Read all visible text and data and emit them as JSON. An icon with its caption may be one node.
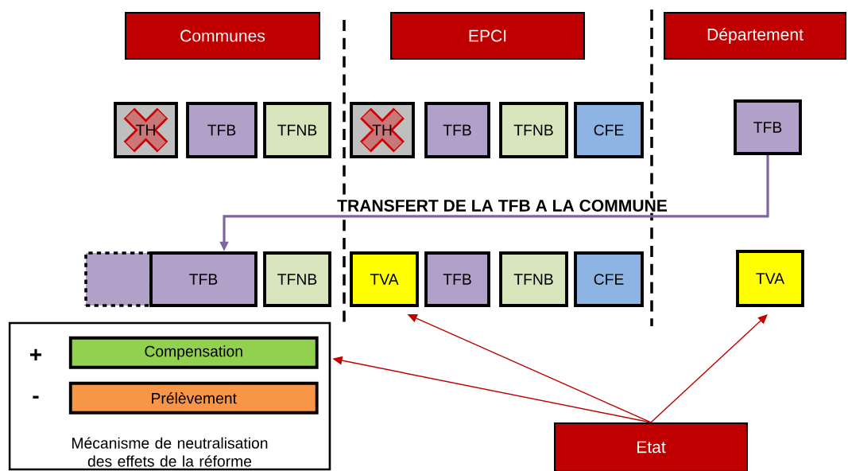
{
  "diagram": {
    "nodes": [
      {
        "text": [
          "Communes"
        ]
      },
      {
        "text": [
          "EPCI"
        ]
      },
      {
        "text": [
          "Département"
        ]
      },
      {
        "text": [
          "TH"
        ]
      },
      {
        "text": [
          "TFB"
        ]
      },
      {
        "text": [
          "TFNB"
        ]
      },
      {
        "text": [
          "TH"
        ]
      },
      {
        "text": [
          "TFB"
        ]
      },
      {
        "text": [
          "TFNB"
        ]
      },
      {
        "text": [
          "CFE"
        ]
      },
      {
        "text": [
          "TFB"
        ]
      },
      {
        "text": [],
        "shape": "box"
      },
      {
        "text": [
          "TFB"
        ]
      },
      {
        "text": [
          "TFNB"
        ]
      },
      {
        "text": [
          "TVA"
        ]
      },
      {
        "text": [
          "TFB"
        ]
      },
      {
        "text": [
          "TFNB"
        ]
      },
      {
        "text": [
          "CFE"
        ]
      },
      {
        "text": [
          "TVA"
        ]
      },
      {
        "text": [
          "Mécanisme de neutralisation des effets de la réforme"
        ]
      },
      {
        "text": [
          "Compensation"
        ],
        "in": 19
      },
      {
        "text": [
          "Prélèvement"
        ],
        "in": 19
      },
      {
        "text": [
          "Etat"
        ]
      }
    ],
    "edges": [
      {
        "from": 10,
        "to": 12,
        "arrow": "to",
        "label": "TRANSFERT DE LA TFB A LA COMMUNE",
        "style": "thick",
        "color": "#8064a2"
      },
      {
        "from": 22,
        "to": 19,
        "arrow": "to"
      },
      {
        "from": 22,
        "to": 14,
        "arrow": "to"
      },
      {
        "from": 22,
        "to": 18,
        "arrow": "to"
      }
    ],
    "labels": [
      "+",
      "-"
    ]
  }
}
